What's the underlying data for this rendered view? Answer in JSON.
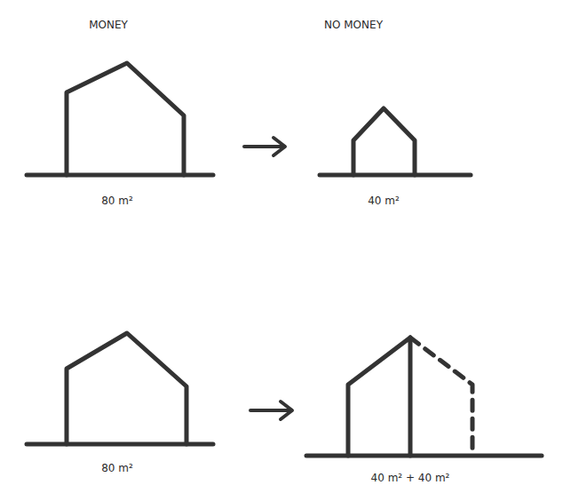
{
  "diagram": {
    "labels": [
      "MONEY",
      "NO MONEY",
      "80 m²",
      "40 m²",
      "80 m²",
      "40 m² + 40 m²"
    ]
  }
}
